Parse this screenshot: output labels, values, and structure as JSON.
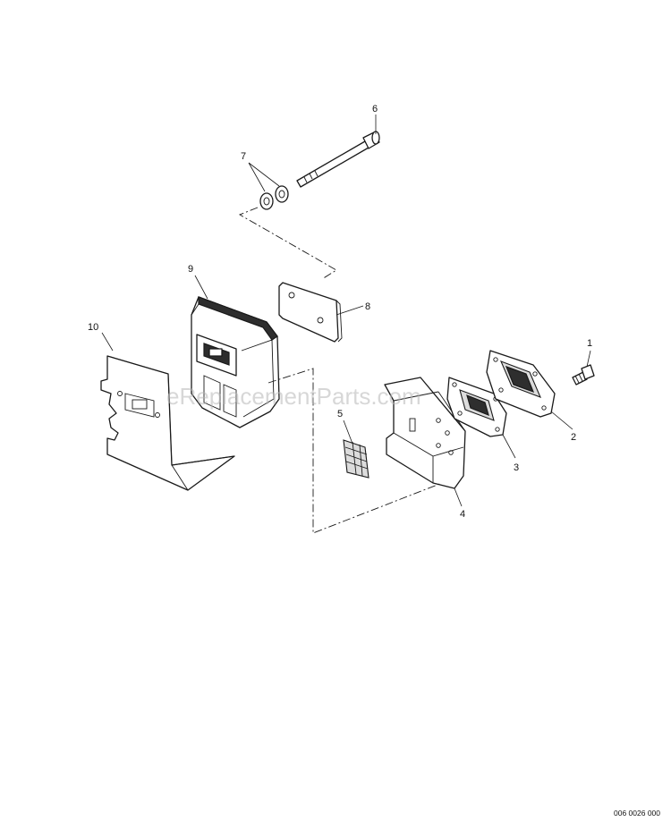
{
  "watermark": "eReplacementParts.com",
  "document_id": "006 0026 000",
  "callouts": [
    {
      "id": "1",
      "label": "1"
    },
    {
      "id": "2",
      "label": "2"
    },
    {
      "id": "3",
      "label": "3"
    },
    {
      "id": "4",
      "label": "4"
    },
    {
      "id": "5",
      "label": "5"
    },
    {
      "id": "6",
      "label": "6"
    },
    {
      "id": "7",
      "label": "7"
    },
    {
      "id": "8",
      "label": "8"
    },
    {
      "id": "9",
      "label": "9"
    },
    {
      "id": "10",
      "label": "10"
    }
  ],
  "colors": {
    "line": "#1a1a1a",
    "watermark": "#b8b8b8",
    "background": "#ffffff"
  }
}
